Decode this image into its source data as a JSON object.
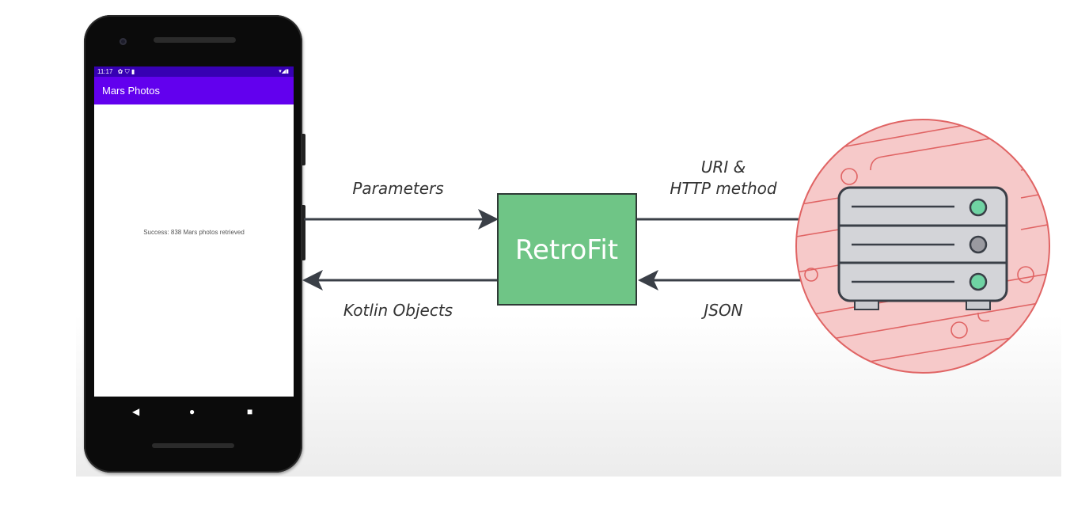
{
  "phone": {
    "status_time": "11:17",
    "status_left_icons": "✿ ⛉ ▮",
    "status_right_icons": "▾◢▮",
    "app_title": "Mars Photos",
    "message": "Success: 838 Mars photos retrieved",
    "nav_back": "◀",
    "nav_home": "●",
    "nav_recent": "■"
  },
  "diagram": {
    "parameters_label": "Parameters",
    "kotlin_objects_label": "Kotlin Objects",
    "retrofit_label": "RetroFit",
    "uri_label": "URI &",
    "http_method_label": "HTTP method",
    "json_label": "JSON",
    "retrofit_color": "#6fc586",
    "server_circle_color": "#f6c9c9",
    "server_line_color": "#e06464",
    "led_green": "#6fd3a3",
    "led_gray": "#9a9aa0"
  }
}
